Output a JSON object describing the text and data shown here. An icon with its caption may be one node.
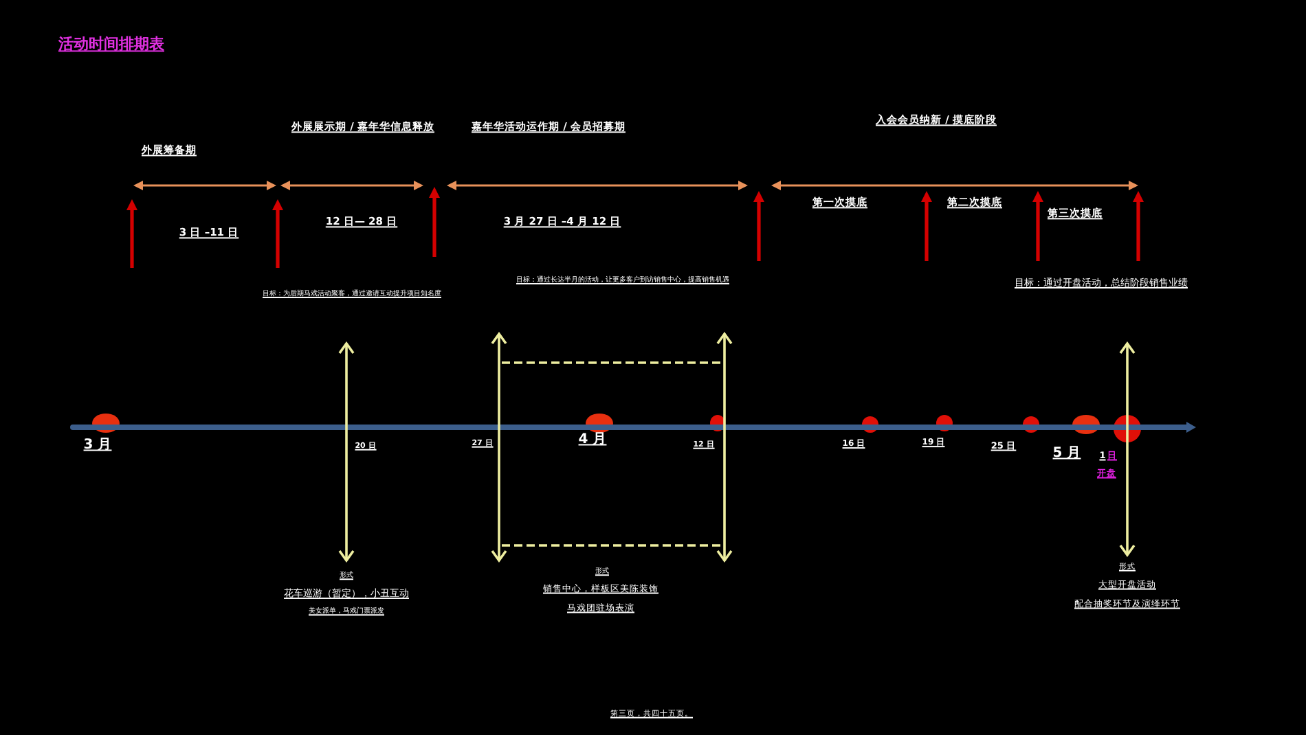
{
  "diagram": {
    "title": "活动时间排期表",
    "labels": [
      "外展筹备期",
      "外展展示期 / 嘉年华信息释放",
      "嘉年华活动运作期 / 会员招募期",
      "入会会员纳新 / 摸底阶段",
      "3 日 –11 日",
      "12 日— 28 日",
      "3 月 27 日 –4 月 12 日",
      "第一次摸底",
      "第二次摸底",
      "第三次摸底",
      "目标：为后期马戏活动聚客，通过邀请互动提升项目知名度",
      "目标：通过长达半月的活动，让更多客户到访销售中心，提高销售机遇",
      "目标：通过开盘活动，总结阶段销售业绩",
      "3 月",
      "20 日",
      "27 日",
      "4 月",
      "12 日",
      "16 日",
      "19 日",
      "25 日",
      "5 月",
      "1",
      "日",
      "开盘",
      "形式",
      "花车巡游（暂定），小丑互动",
      "美女派单，马戏门票派发",
      "形式",
      "销售中心，样板区美陈装饰",
      "马戏团驻场表演",
      "形式",
      "大型开盘活动",
      "配合抽奖环节及演绎环节",
      "第三页，共四十五页。"
    ]
  }
}
